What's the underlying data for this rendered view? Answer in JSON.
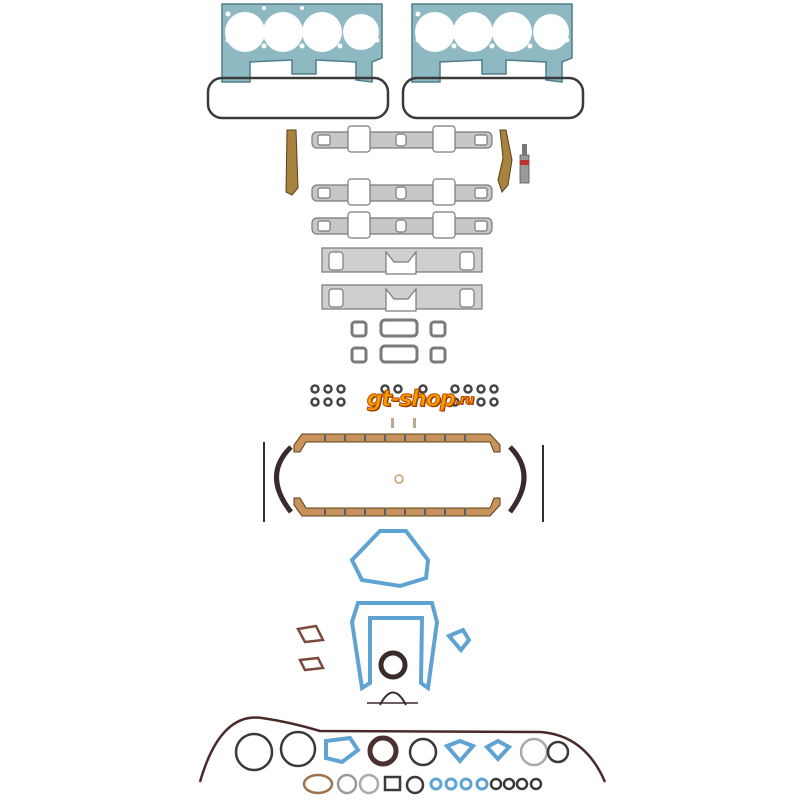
{
  "image": {
    "kind": "product-photo",
    "subject": "engine full gasket set",
    "background": "#ffffff"
  },
  "watermark": {
    "text_main": "gt-shop",
    "text_tld": ".ru",
    "color_fill": "#f5a000",
    "color_outline": "#c04a00"
  },
  "colors": {
    "head_gasket": "#8fb9c2",
    "head_gasket_edge": "#4f7f88",
    "rubber_dark": "#3a2a2a",
    "cork": "#c8935a",
    "cork_stripe": "#2f4f8a",
    "manifold_gray": "#c7c7c7",
    "manifold_edge": "#7a7a7a",
    "blue_paper": "#5ea3d1",
    "blue_edge": "#3d7fb0",
    "copper": "#a0704a",
    "sealant_tube": "#9a9a9a",
    "sealant_cap": "#c23030"
  }
}
